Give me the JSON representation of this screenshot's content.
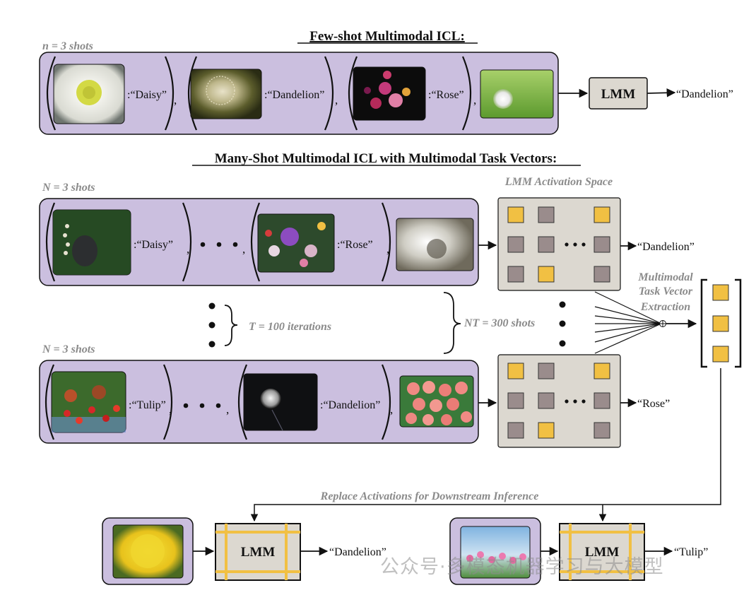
{
  "title_fewshot": "Few-shot Multimodal ICL:",
  "title_manyshot": "Many-Shot Multimodal ICL with Multimodal Task Vectors:",
  "fewshot": {
    "shots_label": "n = 3 shots",
    "labels": [
      ":“Daisy”",
      ":“Dandelion”",
      ":“Rose”"
    ],
    "model": "LMM",
    "output": "“Dandelion”"
  },
  "manyshot": {
    "shots_label_1": "N = 3 shots",
    "shots_label_2": "N = 3 shots",
    "iterations": "T = 100 iterations",
    "total_shots": "NT = 300 shots",
    "row1": {
      "labels": [
        ":“Daisy”",
        ":“Rose”"
      ],
      "output": "“Dandelion”"
    },
    "row2": {
      "labels": [
        ":“Tulip”",
        ":“Dandelion”"
      ],
      "output": "“Rose”"
    },
    "activation_space": "LMM Activation Space",
    "extraction": [
      "Multimodal",
      "Task Vector",
      "Extraction"
    ]
  },
  "downstream": {
    "label": "Replace Activations for Downstream Inference",
    "model": "LMM",
    "outputs": [
      "“Dandelion”",
      "“Tulip”"
    ]
  },
  "watermark": "公众号·多模态机器学习与大模型",
  "colors": {
    "panel": "#cbbfdf",
    "box": "#dcd8d0",
    "square_orange": "#f1c043",
    "square_gray": "#9a8c8c",
    "grid_line": "#f1c043"
  }
}
